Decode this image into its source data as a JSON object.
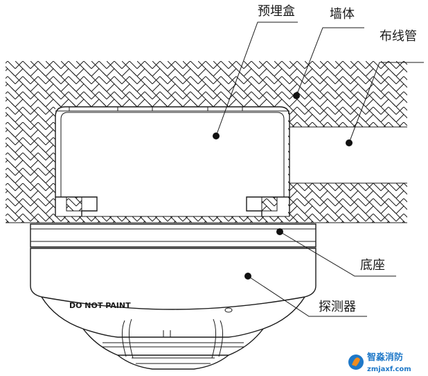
{
  "labels": {
    "box": "预埋盒",
    "wall": "墙体",
    "conduit": "布线管",
    "base": "底座",
    "detector": "探测器"
  },
  "detector_text": "DO NOT PAINT",
  "watermark": {
    "name": "智淼消防",
    "url": "zmjaxf.com"
  },
  "colors": {
    "line": "#1a1a1a",
    "logo_blue": "#1e78c8",
    "logo_orange": "#f08c1e"
  }
}
